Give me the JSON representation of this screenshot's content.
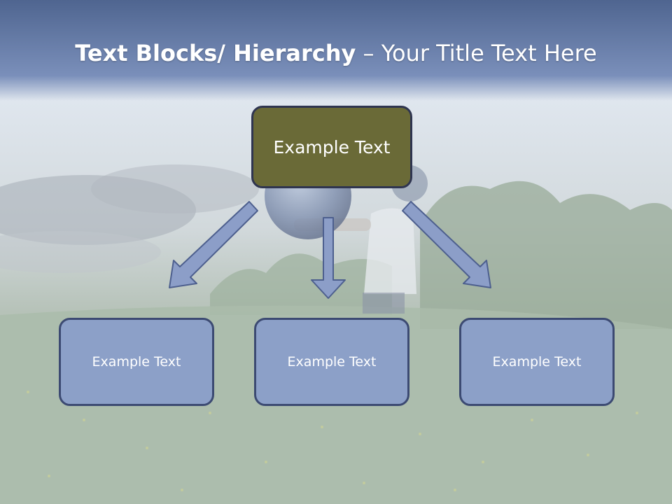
{
  "title": {
    "bold": "Text Blocks/ Hierarchy",
    "rest": " – Your Title Text Here"
  },
  "top_node": {
    "label": "Example Text"
  },
  "children": [
    {
      "label": "Example Text"
    },
    {
      "label": "Example Text"
    },
    {
      "label": "Example Text"
    }
  ],
  "colors": {
    "top_fill": "#6a6a37",
    "child_fill": "#8ca0c8",
    "arrow_fill": "#8c9ec8",
    "arrow_stroke": "#4d5f8e"
  },
  "background": {
    "picture": "child-holding-globe-in-meadow"
  }
}
